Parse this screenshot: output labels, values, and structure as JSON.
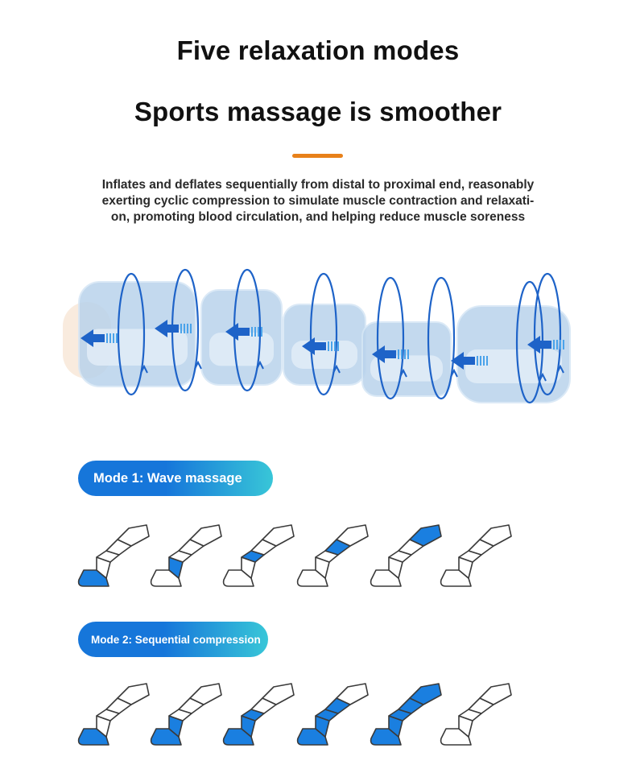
{
  "heading": {
    "line1": "Five relaxation modes",
    "line2": "Sports massage is smoother"
  },
  "description": {
    "lines": [
      "Inflates and deflates sequentially from distal to proximal end, reasonably",
      "exerting cyclic compression to simulate muscle contraction and relaxati-",
      "on, promoting blood circulation, and helping reduce muscle soreness"
    ]
  },
  "colors": {
    "accent_bar": "#e8811a",
    "arrow_blue": "#1e63c8",
    "chamber_blue": "#b9d3ec",
    "fill_blue": "#1a7fe0",
    "pill_gradient_start": "#1676da",
    "pill_gradient_end": "#38c6d8"
  },
  "modes": [
    {
      "label": "Mode 1: Wave massage",
      "icon": "leg-chamber-icon",
      "frames": [
        [
          0
        ],
        [
          1
        ],
        [
          2
        ],
        [
          3
        ],
        [
          4
        ],
        []
      ]
    },
    {
      "label": "Mode 2: Sequential compression",
      "icon": "leg-chamber-icon",
      "frames": [
        [
          0
        ],
        [
          0,
          1
        ],
        [
          0,
          1,
          2
        ],
        [
          0,
          1,
          2,
          3
        ],
        [
          0,
          1,
          2,
          3,
          4
        ],
        []
      ]
    }
  ]
}
